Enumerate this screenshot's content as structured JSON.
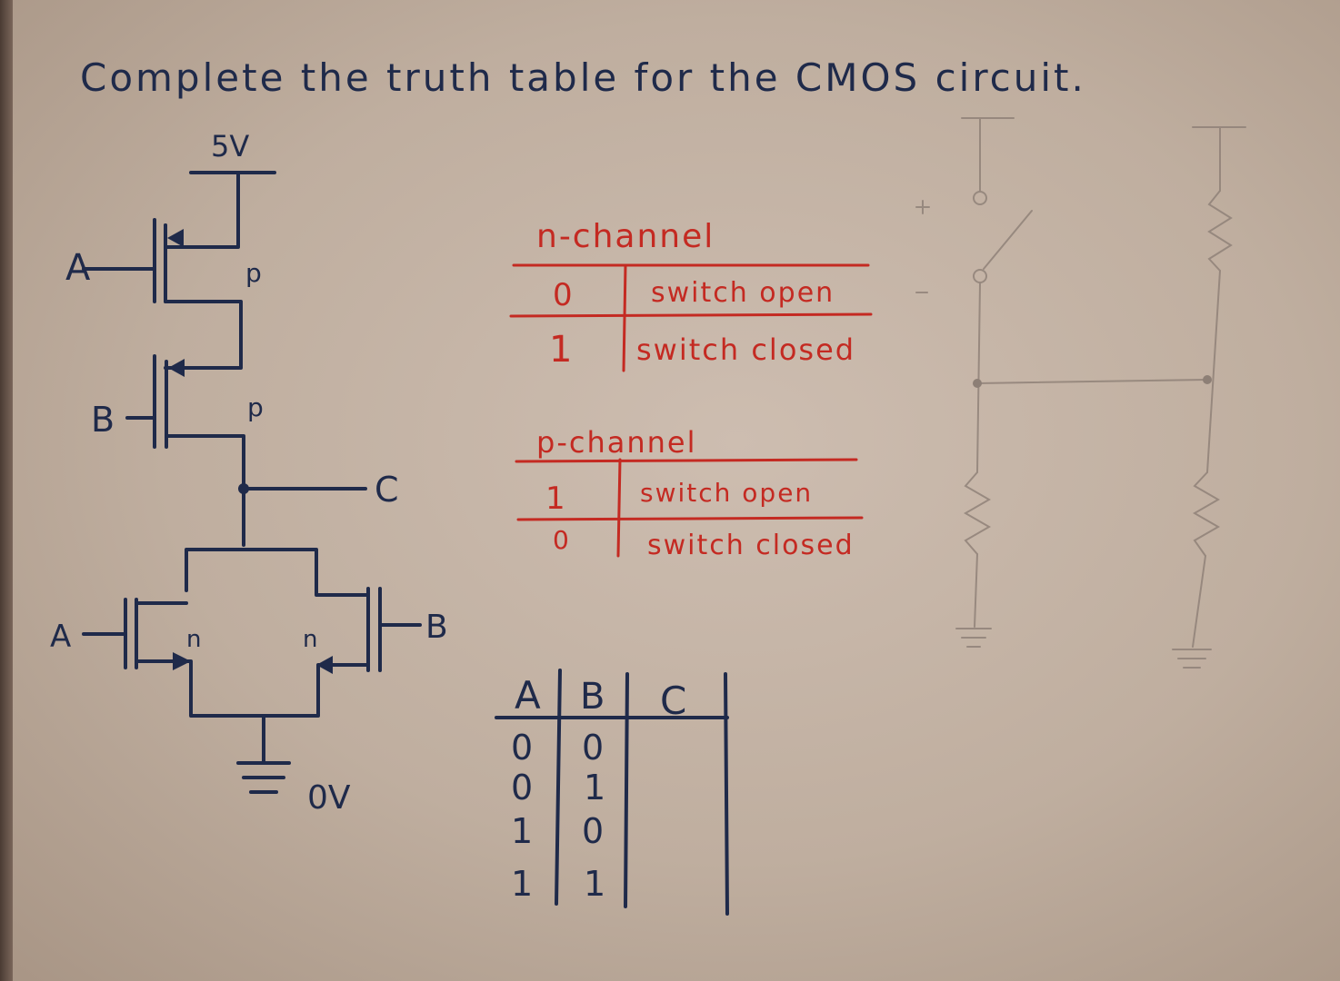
{
  "title": "Complete the truth table for the CMOS circuit.",
  "circuit": {
    "supply_label": "5V",
    "ground_label": "0V",
    "input_a_top": "A",
    "input_b_top": "B",
    "pmos_a_type": "p",
    "pmos_b_type": "p",
    "output_label": "C",
    "input_a_bottom": "A",
    "input_b_bottom": "B",
    "nmos_a_type": "n",
    "nmos_b_type": "n"
  },
  "n_channel": {
    "heading": "n-channel",
    "rows": [
      {
        "input": "0",
        "state": "switch open"
      },
      {
        "input": "1",
        "state": "switch closed"
      }
    ]
  },
  "p_channel": {
    "heading": "p-channel",
    "rows": [
      {
        "input": "1",
        "state": "switch open"
      },
      {
        "input": "0",
        "state": "switch closed"
      }
    ]
  },
  "truth_table": {
    "headers": [
      "A",
      "B",
      "C"
    ],
    "rows": [
      [
        "0",
        "0",
        ""
      ],
      [
        "0",
        "1",
        ""
      ],
      [
        "1",
        "0",
        ""
      ],
      [
        "1",
        "1",
        ""
      ]
    ]
  },
  "colors": {
    "ink_blue": "#1f2a4a",
    "ink_red": "#c42a22",
    "pencil": "#8d7f76",
    "paper": "#c8b8aa"
  }
}
